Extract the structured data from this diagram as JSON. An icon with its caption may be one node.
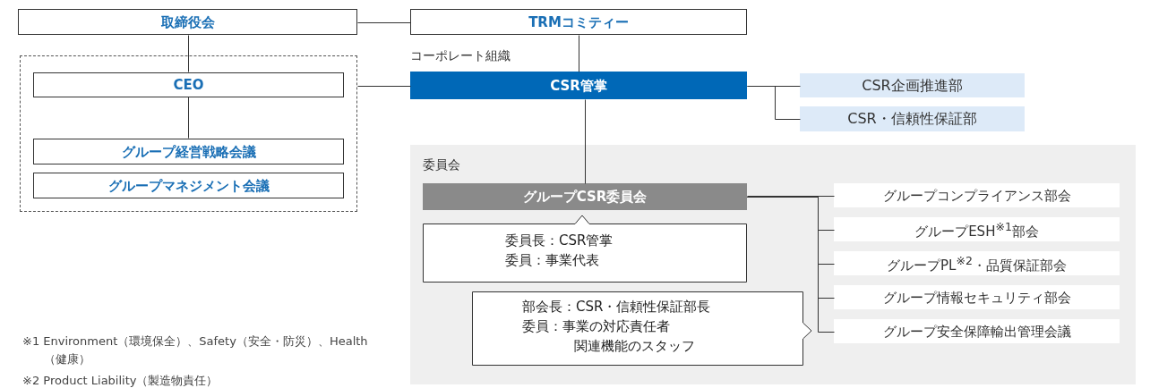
{
  "diagram": {
    "nodes": [
      {
        "text": [
          "取締役会"
        ]
      },
      {
        "text": [
          "TRMコミティー"
        ]
      },
      {
        "text": [],
        "shape": "box"
      },
      {
        "text": [
          "CEO"
        ],
        "in": 2
      },
      {
        "text": [
          "グループ経営戦略会議"
        ],
        "in": 2
      },
      {
        "text": [
          "グループマネジメント会議"
        ],
        "in": 2
      },
      {
        "text": [
          "CSR管掌"
        ],
        "beside": [
          "コーポレート組織"
        ]
      },
      {
        "text": [
          "CSR企画推進部"
        ]
      },
      {
        "text": [
          "CSR・信頼性保証部"
        ]
      },
      {
        "text": [
          "委員会"
        ]
      },
      {
        "text": [
          "グループCSR委員会"
        ],
        "in": 9
      },
      {
        "text": [
          "委員長：CSR管掌",
          "委員：事業代表"
        ],
        "in": 9
      },
      {
        "text": [
          "部会長：CSR・信頼性保証部長",
          "委員：事業の対応責任者",
          "関連機能のスタッフ"
        ],
        "in": 9
      },
      {
        "text": [
          "グループコンプライアンス部会"
        ],
        "in": 9
      },
      {
        "text": [
          "グループESH$^{※1}$部会"
        ],
        "in": 9
      },
      {
        "text": [
          "グループPL$^{※2}$・品質保証部会"
        ],
        "in": 9
      },
      {
        "text": [
          "グループ情報セキュリティ部会"
        ],
        "in": 9
      },
      {
        "text": [
          "グループ安全保障輸出管理会議"
        ],
        "in": 9
      }
    ],
    "edges": [
      {
        "from": 0,
        "to": 1,
        "arrow": "none"
      },
      {
        "from": 0,
        "to": 3,
        "arrow": "none"
      },
      {
        "from": 3,
        "to": 4,
        "arrow": "none"
      },
      {
        "from": 2,
        "to": 6,
        "arrow": "none"
      },
      {
        "from": 1,
        "to": 6,
        "arrow": "none"
      },
      {
        "from": 6,
        "to": 7,
        "arrow": "none"
      },
      {
        "from": 6,
        "to": 8,
        "arrow": "none"
      },
      {
        "from": 6,
        "to": 10,
        "arrow": "none"
      },
      {
        "from": 10,
        "to": 13,
        "arrow": "none"
      },
      {
        "from": 10,
        "to": 14,
        "arrow": "none"
      },
      {
        "from": 10,
        "to": 15,
        "arrow": "none"
      },
      {
        "from": 10,
        "to": 16,
        "arrow": "none"
      },
      {
        "from": 10,
        "to": 17,
        "arrow": "none"
      }
    ],
    "labels": [
      "※1 Environment（環境保全）、Safety（安全・防災）、Health（健康）",
      "※2 Product Liability（製造物責任）"
    ]
  }
}
